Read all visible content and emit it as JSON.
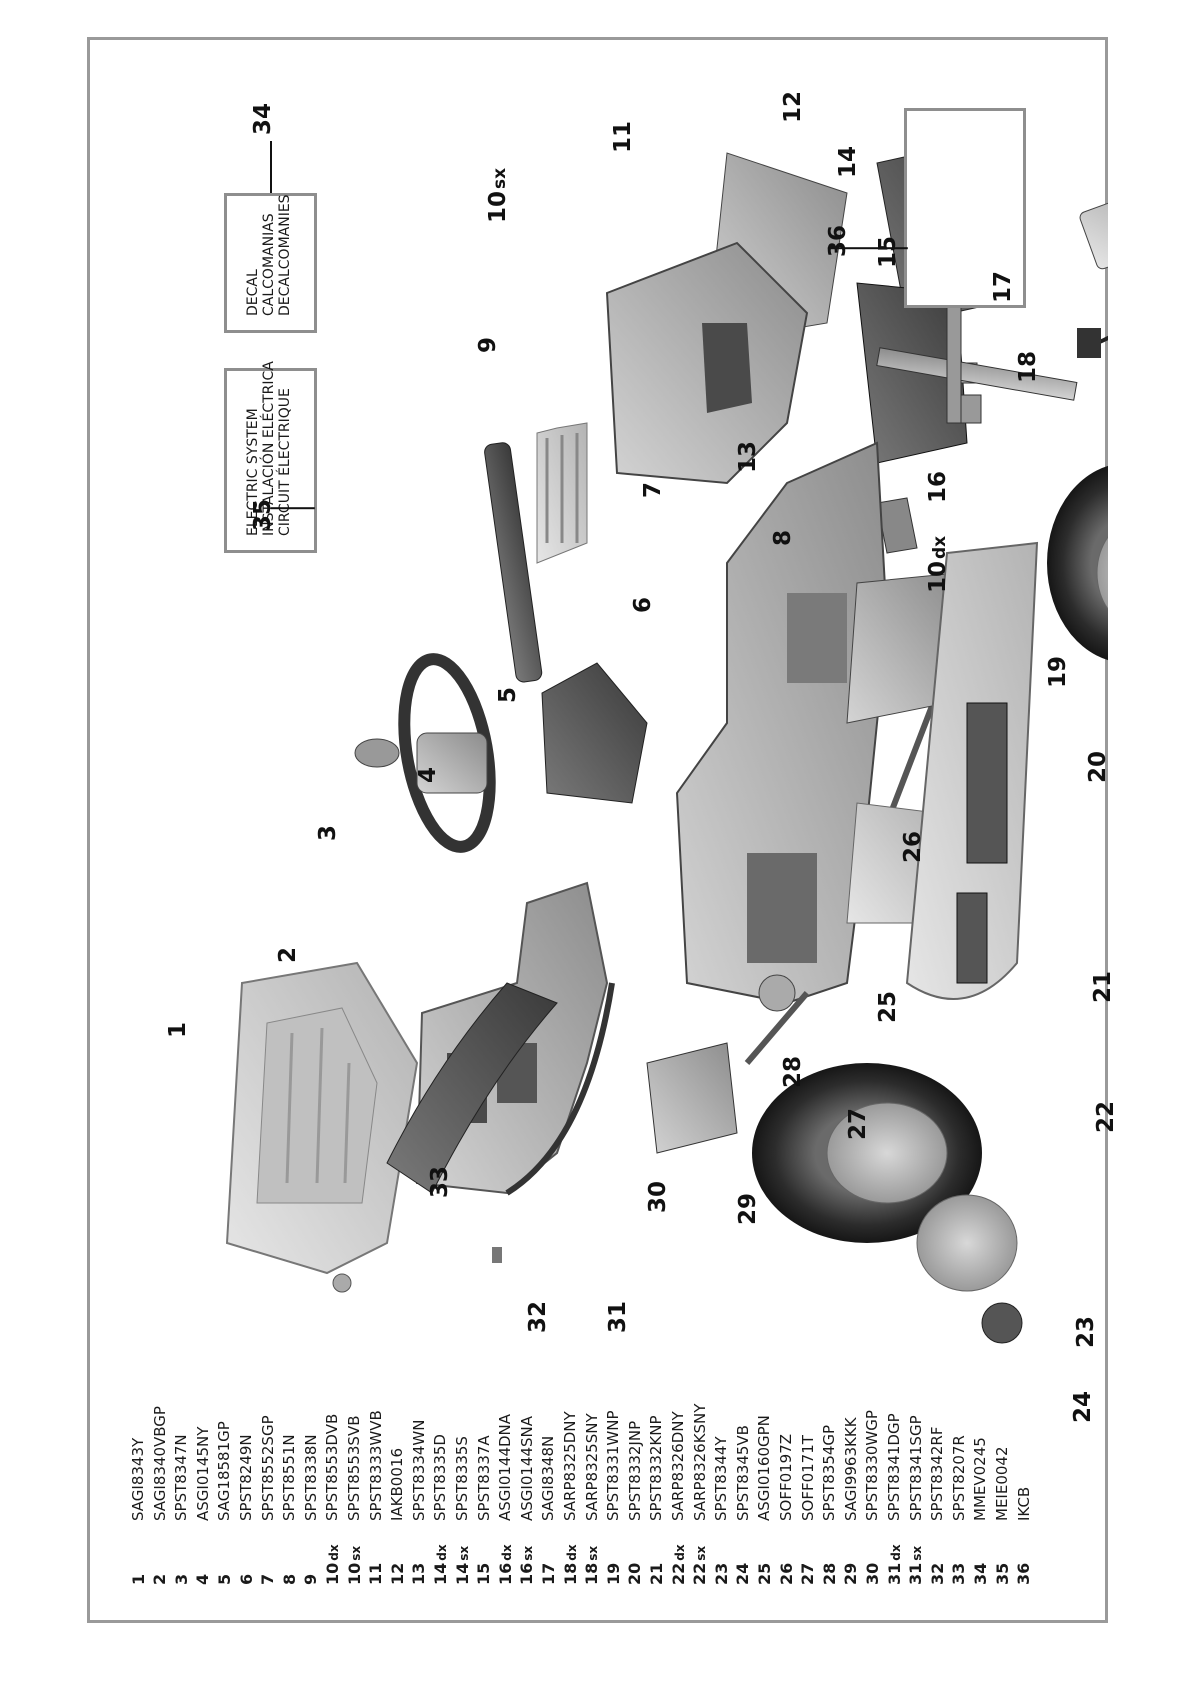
{
  "boxes": {
    "electric": {
      "callout": "35",
      "lines": [
        "ELECTRIC SYSTEM",
        "INSTALACIÓN ELÉCTRICA",
        "CIRCUIT ÉLECTRIQUE"
      ]
    },
    "decal": {
      "callout": "34",
      "lines": [
        "DECAL",
        "CALCOMANIAS",
        "DECALCOMANIES"
      ]
    },
    "charger": {
      "callout": "36"
    }
  },
  "callouts": [
    {
      "id": "1",
      "num": "1",
      "suffix": ""
    },
    {
      "id": "2",
      "num": "2",
      "suffix": ""
    },
    {
      "id": "3",
      "num": "3",
      "suffix": ""
    },
    {
      "id": "4",
      "num": "4",
      "suffix": ""
    },
    {
      "id": "5",
      "num": "5",
      "suffix": ""
    },
    {
      "id": "6",
      "num": "6",
      "suffix": ""
    },
    {
      "id": "7",
      "num": "7",
      "suffix": ""
    },
    {
      "id": "8",
      "num": "8",
      "suffix": ""
    },
    {
      "id": "9",
      "num": "9",
      "suffix": ""
    },
    {
      "id": "10sx",
      "num": "10",
      "suffix": "sx"
    },
    {
      "id": "10dx",
      "num": "10",
      "suffix": "dx"
    },
    {
      "id": "11",
      "num": "11",
      "suffix": ""
    },
    {
      "id": "12",
      "num": "12",
      "suffix": ""
    },
    {
      "id": "13",
      "num": "13",
      "suffix": ""
    },
    {
      "id": "14",
      "num": "14",
      "suffix": ""
    },
    {
      "id": "15",
      "num": "15",
      "suffix": ""
    },
    {
      "id": "16",
      "num": "16",
      "suffix": ""
    },
    {
      "id": "17",
      "num": "17",
      "suffix": ""
    },
    {
      "id": "18",
      "num": "18",
      "suffix": ""
    },
    {
      "id": "19",
      "num": "19",
      "suffix": ""
    },
    {
      "id": "20",
      "num": "20",
      "suffix": ""
    },
    {
      "id": "21",
      "num": "21",
      "suffix": ""
    },
    {
      "id": "22",
      "num": "22",
      "suffix": ""
    },
    {
      "id": "23",
      "num": "23",
      "suffix": ""
    },
    {
      "id": "24",
      "num": "24",
      "suffix": ""
    },
    {
      "id": "25",
      "num": "25",
      "suffix": ""
    },
    {
      "id": "26",
      "num": "26",
      "suffix": ""
    },
    {
      "id": "27",
      "num": "27",
      "suffix": ""
    },
    {
      "id": "28",
      "num": "28",
      "suffix": ""
    },
    {
      "id": "29",
      "num": "29",
      "suffix": ""
    },
    {
      "id": "30",
      "num": "30",
      "suffix": ""
    },
    {
      "id": "31",
      "num": "31",
      "suffix": ""
    },
    {
      "id": "32",
      "num": "32",
      "suffix": ""
    },
    {
      "id": "33",
      "num": "33",
      "suffix": ""
    }
  ],
  "parts_list": [
    {
      "num": "1",
      "suffix": "",
      "code": "SAGI8343Y"
    },
    {
      "num": "2",
      "suffix": "",
      "code": "SAGI8340VBGP"
    },
    {
      "num": "3",
      "suffix": "",
      "code": "SPST8347N"
    },
    {
      "num": "4",
      "suffix": "",
      "code": "ASGI0145NY"
    },
    {
      "num": "5",
      "suffix": "",
      "code": "SAG18581GP"
    },
    {
      "num": "6",
      "suffix": "",
      "code": "SPST8249N"
    },
    {
      "num": "7",
      "suffix": "",
      "code": "SPST8552SGP"
    },
    {
      "num": "8",
      "suffix": "",
      "code": "SPST8551N"
    },
    {
      "num": "9",
      "suffix": "",
      "code": "SPST8338N"
    },
    {
      "num": "10",
      "suffix": "dx",
      "code": "SPST8553DVB"
    },
    {
      "num": "10",
      "suffix": "sx",
      "code": "SPST8553SVB"
    },
    {
      "num": "11",
      "suffix": "",
      "code": "SPST8333WVB"
    },
    {
      "num": "12",
      "suffix": "",
      "code": "IAKB0016"
    },
    {
      "num": "13",
      "suffix": "",
      "code": "SPST8334WN"
    },
    {
      "num": "14",
      "suffix": "dx",
      "code": "SPST8335D"
    },
    {
      "num": "14",
      "suffix": "sx",
      "code": "SPST8335S"
    },
    {
      "num": "15",
      "suffix": "",
      "code": "SPST8337A"
    },
    {
      "num": "16",
      "suffix": "dx",
      "code": "ASGI0144DNA"
    },
    {
      "num": "16",
      "suffix": "sx",
      "code": "ASGI0144SNA"
    },
    {
      "num": "17",
      "suffix": "",
      "code": "SAGI8348N"
    },
    {
      "num": "18",
      "suffix": "dx",
      "code": "SARP8325DNY"
    },
    {
      "num": "18",
      "suffix": "sx",
      "code": "SARP8325SNY"
    },
    {
      "num": "19",
      "suffix": "",
      "code": "SPST8331WNP"
    },
    {
      "num": "20",
      "suffix": "",
      "code": "SPST8332JNP"
    },
    {
      "num": "21",
      "suffix": "",
      "code": "SPST8332KNP"
    },
    {
      "num": "22",
      "suffix": "dx",
      "code": "SARP8326DNY"
    },
    {
      "num": "22",
      "suffix": "sx",
      "code": "SARP8326KSNY"
    },
    {
      "num": "23",
      "suffix": "",
      "code": "SPST8344Y"
    },
    {
      "num": "24",
      "suffix": "",
      "code": "SPST8345VB"
    },
    {
      "num": "25",
      "suffix": "",
      "code": "ASGI0160GPN"
    },
    {
      "num": "26",
      "suffix": "",
      "code": "SOFF0197Z"
    },
    {
      "num": "27",
      "suffix": "",
      "code": "SOFF0171T"
    },
    {
      "num": "28",
      "suffix": "",
      "code": "SPST8354GP"
    },
    {
      "num": "29",
      "suffix": "",
      "code": "SAGI9963KKK"
    },
    {
      "num": "30",
      "suffix": "",
      "code": "SPST8330WGP"
    },
    {
      "num": "31",
      "suffix": "dx",
      "code": "SPST8341DGP"
    },
    {
      "num": "31",
      "suffix": "sx",
      "code": "SPST8341SGP"
    },
    {
      "num": "32",
      "suffix": "",
      "code": "SPST8342RF"
    },
    {
      "num": "33",
      "suffix": "",
      "code": "SPST8207R"
    },
    {
      "num": "34",
      "suffix": "",
      "code": "MMEV0245"
    },
    {
      "num": "35",
      "suffix": "",
      "code": "MEIE0042"
    },
    {
      "num": "36",
      "suffix": "",
      "code": "IKCB"
    }
  ]
}
